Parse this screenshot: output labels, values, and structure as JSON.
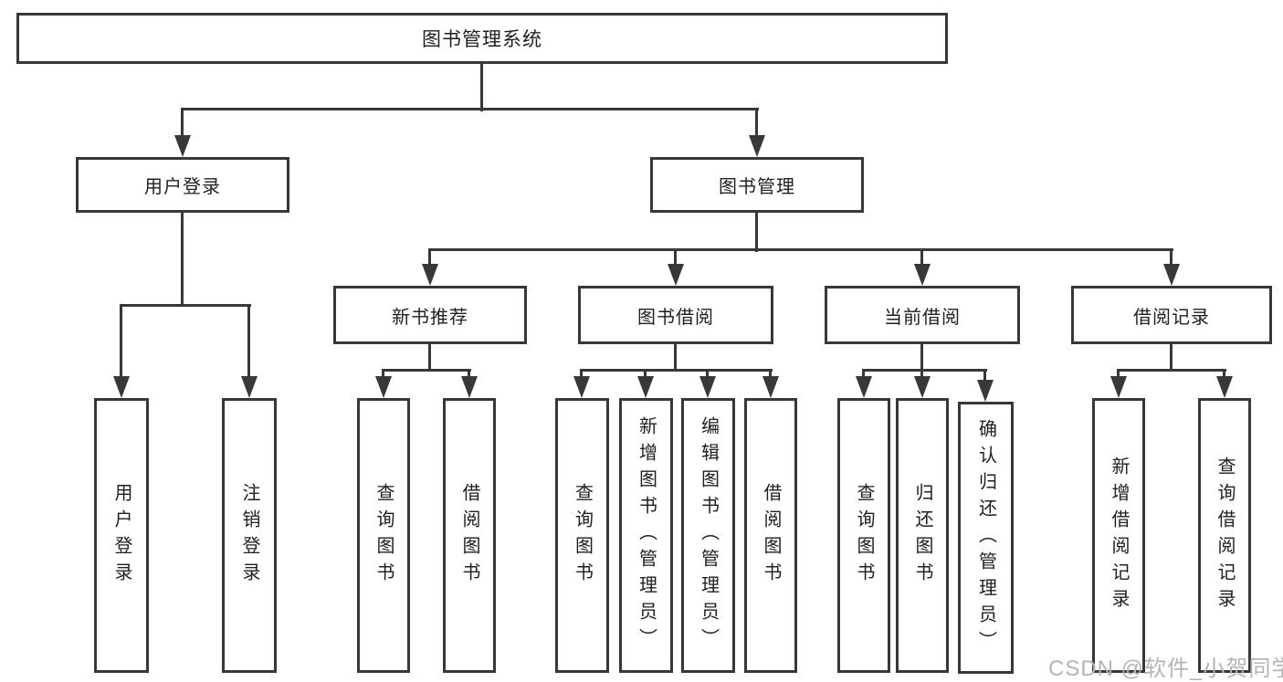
{
  "diagram": {
    "type": "hierarchy",
    "title": "图书管理系统"
  },
  "colors": {
    "line": "#383838",
    "text": "#1f1f1f",
    "background": "#ffffff",
    "watermark": "#b4b4b4"
  },
  "tree": {
    "root": {
      "label": "图书管理系统",
      "children": [
        {
          "label": "用户登录",
          "children": [
            {
              "label": "用户登录"
            },
            {
              "label": "注销登录"
            }
          ]
        },
        {
          "label": "图书管理",
          "children": [
            {
              "label": "新书推荐",
              "children": [
                {
                  "label": "查询图书"
                },
                {
                  "label": "借阅图书"
                }
              ]
            },
            {
              "label": "图书借阅",
              "children": [
                {
                  "label": "查询图书"
                },
                {
                  "label": "新增图书（管理员）"
                },
                {
                  "label": "编辑图书（管理员）"
                },
                {
                  "label": "借阅图书"
                }
              ]
            },
            {
              "label": "当前借阅",
              "children": [
                {
                  "label": "查询图书"
                },
                {
                  "label": "归还图书"
                },
                {
                  "label": "确认归还（管理员）"
                }
              ]
            },
            {
              "label": "借阅记录",
              "children": [
                {
                  "label": "新增借阅记录"
                },
                {
                  "label": "查询借阅记录"
                }
              ]
            }
          ]
        }
      ]
    }
  },
  "watermark": {
    "text": "CSDN @软件_小贺同学"
  }
}
